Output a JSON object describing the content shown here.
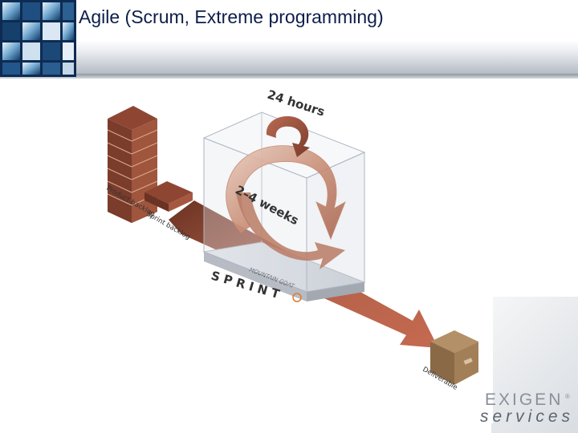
{
  "slide": {
    "title": "Agile (Scrum, Extreme programming)"
  },
  "diagram": {
    "day_loop_label": "24 hours",
    "iteration_label": "2–4 weeks",
    "product_backlog_label": "Product backlog",
    "sprint_backlog_label": "Sprint backlog",
    "sprint_label": "S P R I N T",
    "platform_text": "MOUNTAIN GOAT",
    "deliverable_label": "Deliverable"
  },
  "brand": {
    "line1": "EXIGEN",
    "reg_mark": "®",
    "line2": "services"
  },
  "colors": {
    "title": "#0d1e4a",
    "box_brown": "#8a4b38",
    "arrow_brown": "#b4604a",
    "deliverable_box": "#9a7a55"
  }
}
